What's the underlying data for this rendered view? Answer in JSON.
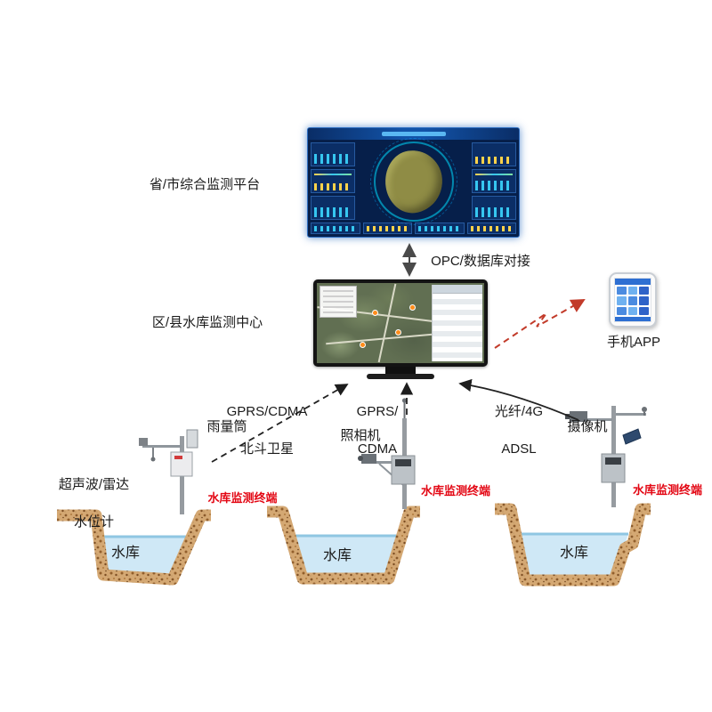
{
  "platform": {
    "label": "省/市综合监测平台"
  },
  "center": {
    "label": "区/县水库监测中心"
  },
  "phone": {
    "label": "手机APP"
  },
  "links": {
    "opc": "OPC/数据库对接",
    "left_line1": "GPRS/CDMA",
    "left_line2": "北斗卫星",
    "mid_line1": "GPRS/",
    "mid_line2": "CDMA",
    "right_line1": "光纤/4G",
    "right_line2": "ADSL"
  },
  "devices": {
    "rain_gauge": "雨量筒",
    "water_level_line1": "超声波/雷达",
    "water_level_line2": "水位计",
    "photo_camera": "照相机",
    "video_camera": "摄像机"
  },
  "stations": [
    {
      "reservoir": "水库",
      "terminal": "水库监测终端"
    },
    {
      "reservoir": "水库",
      "terminal": "水库监测终端"
    },
    {
      "reservoir": "水库",
      "terminal": "水库监测终端"
    }
  ],
  "colors": {
    "terminal_red": "#e30613",
    "arrow_red": "#c23b2a",
    "dashboard_blue": "#061f4a",
    "water_blue": "#cfe8f6",
    "soil_tan": "#d4a873"
  }
}
